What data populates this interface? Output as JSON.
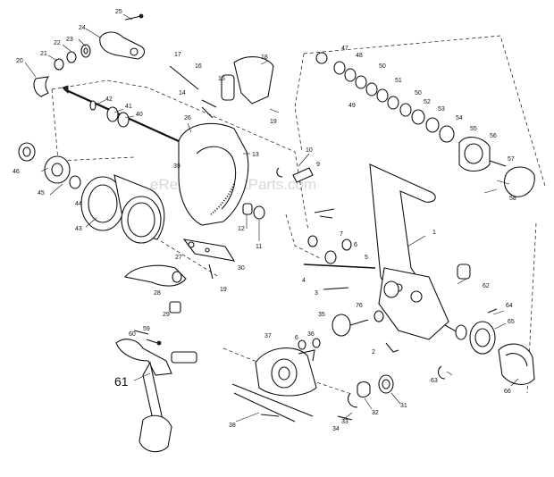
{
  "watermark": "eReplacementParts.com",
  "callouts": [
    "25",
    "24",
    "22",
    "23",
    "21",
    "20",
    "42",
    "41",
    "40",
    "17",
    "16",
    "15",
    "18",
    "14",
    "19",
    "26",
    "13",
    "39",
    "46",
    "45",
    "44",
    "43",
    "10",
    "9",
    "12",
    "11",
    "27",
    "30",
    "19",
    "28",
    "29",
    "47",
    "48",
    "50",
    "51",
    "50",
    "49",
    "52",
    "53",
    "54",
    "55",
    "56",
    "57",
    "58",
    "1",
    "7",
    "6",
    "5",
    "4",
    "3",
    "62",
    "76",
    "35",
    "36",
    "6",
    "37",
    "2",
    "63",
    "31",
    "32",
    "33",
    "34",
    "38",
    "61",
    "60",
    "59",
    "64",
    "65",
    "66"
  ]
}
